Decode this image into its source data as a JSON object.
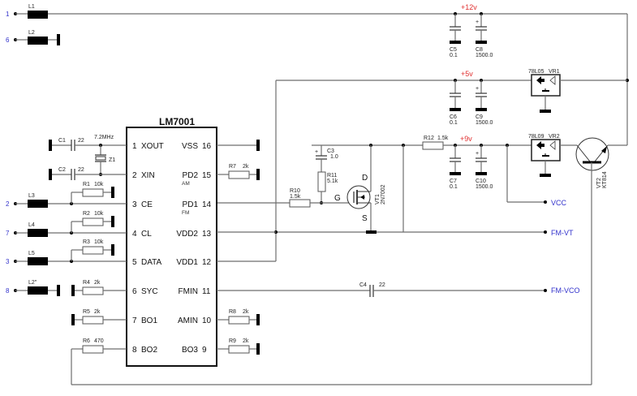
{
  "ic": {
    "name": "LM7001",
    "left_pins": [
      {
        "num": "1",
        "name": "XOUT",
        "sub": ""
      },
      {
        "num": "2",
        "name": "XIN",
        "sub": ""
      },
      {
        "num": "3",
        "name": "CE",
        "sub": ""
      },
      {
        "num": "4",
        "name": "CL",
        "sub": ""
      },
      {
        "num": "5",
        "name": "DATA",
        "sub": ""
      },
      {
        "num": "6",
        "name": "SYC",
        "sub": ""
      },
      {
        "num": "7",
        "name": "BO1",
        "sub": ""
      },
      {
        "num": "8",
        "name": "BO2",
        "sub": ""
      }
    ],
    "right_pins": [
      {
        "num": "16",
        "name": "VSS",
        "sub": ""
      },
      {
        "num": "15",
        "name": "PD2",
        "sub": "AM"
      },
      {
        "num": "14",
        "name": "PD1",
        "sub": "FM"
      },
      {
        "num": "13",
        "name": "VDD2",
        "sub": ""
      },
      {
        "num": "12",
        "name": "VDD1",
        "sub": ""
      },
      {
        "num": "11",
        "name": "FMIN",
        "sub": ""
      },
      {
        "num": "10",
        "name": "AMIN",
        "sub": ""
      },
      {
        "num": "9",
        "name": "BO3",
        "sub": ""
      }
    ]
  },
  "connectors": {
    "c1": "1",
    "c6": "6",
    "c2": "2",
    "c7": "7",
    "c3": "3",
    "c8": "8"
  },
  "inductors": {
    "L1": "L1",
    "L2": "L2",
    "L3": "L3",
    "L4": "L4",
    "L5": "L5",
    "L2s": "L2\""
  },
  "resistors": {
    "R1": {
      "ref": "R1",
      "val": "10k"
    },
    "R2": {
      "ref": "R2",
      "val": "10k"
    },
    "R3": {
      "ref": "R3",
      "val": "10k"
    },
    "R4": {
      "ref": "R4",
      "val": "2k"
    },
    "R5": {
      "ref": "R5",
      "val": "2k"
    },
    "R6": {
      "ref": "R6",
      "val": "470"
    },
    "R7": {
      "ref": "R7",
      "val": "2k"
    },
    "R8": {
      "ref": "R8",
      "val": "2k"
    },
    "R9": {
      "ref": "R9",
      "val": "2k"
    },
    "R10": {
      "ref": "R10",
      "val": "1.5k"
    },
    "R11": {
      "ref": "R11",
      "val": "5.1k"
    },
    "R12": {
      "ref": "R12",
      "val": "1.5k"
    }
  },
  "capacitors": {
    "C1": {
      "ref": "C1",
      "val": "22"
    },
    "C2": {
      "ref": "C2",
      "val": "22"
    },
    "C3": {
      "ref": "C3",
      "val": "1.0"
    },
    "C4": {
      "ref": "C4",
      "val": "22"
    },
    "C5": {
      "ref": "C5",
      "val": "0.1"
    },
    "C6": {
      "ref": "C6",
      "val": "0.1"
    },
    "C7": {
      "ref": "C7",
      "val": "0.1"
    },
    "C8": {
      "ref": "C8",
      "val": "1500.0"
    },
    "C9": {
      "ref": "C9",
      "val": "1500.0"
    },
    "C10": {
      "ref": "C10",
      "val": "1500.0"
    }
  },
  "crystal": {
    "ref": "Z1",
    "freq": "7.2MHz"
  },
  "regulators": {
    "VR1": {
      "ref": "VR1",
      "type": "78L05"
    },
    "VR2": {
      "ref": "VR2",
      "type": "78L09"
    }
  },
  "transistors": {
    "VT1": {
      "ref": "VT1",
      "type": "2N7002",
      "g": "G",
      "d": "D",
      "s": "S"
    },
    "VT2": {
      "ref": "VT2",
      "type": "KT814"
    }
  },
  "rails": {
    "v12": "+12v",
    "v5": "+5v",
    "v9": "+9v"
  },
  "nets": {
    "vcc": "VCC",
    "fmvt": "FM-VT",
    "fmvco": "FM-VCO"
  },
  "colors": {
    "net": "#3333cc",
    "voltage": "#e03030"
  }
}
